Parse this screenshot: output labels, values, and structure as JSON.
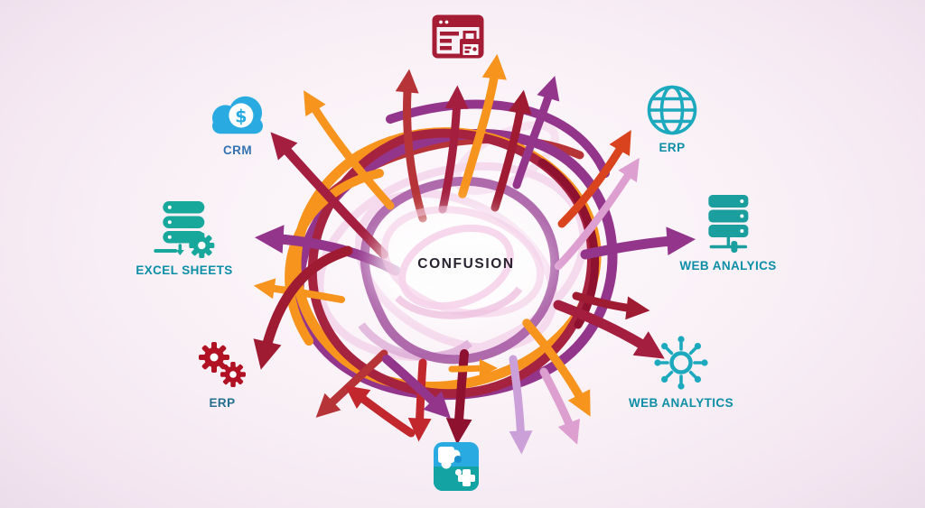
{
  "center": {
    "label": "CONFUSION",
    "text_color": "#2a2430"
  },
  "nodes": [
    {
      "id": "reports",
      "icon": "browser-window-icon",
      "label": "",
      "icon_color": "#a51c35"
    },
    {
      "id": "crm",
      "icon": "cloud-dollar-icon",
      "label": "CRM",
      "icon_color": "#29abe2",
      "label_color": "#3572b0",
      "icon_glyph": "$"
    },
    {
      "id": "erp-top",
      "icon": "globe-icon",
      "label": "ERP",
      "icon_color": "#1ca9be",
      "label_color": "#0c8fa6"
    },
    {
      "id": "excel-sheets",
      "icon": "database-gear-icon",
      "label": "EXCEL SHEETS",
      "icon_color": "#18a79b",
      "label_color": "#0c8fa6"
    },
    {
      "id": "web-analytics-right",
      "icon": "server-stack-icon",
      "label": "WEB ANALYICS",
      "icon_color": "#1b9e9e",
      "label_color": "#0c8fa6"
    },
    {
      "id": "erp-bottom",
      "icon": "gears-icon",
      "label": "ERP",
      "icon_color": "#b01224",
      "label_color": "#256f8f"
    },
    {
      "id": "web-analytics-bottom",
      "icon": "hub-network-icon",
      "label": "WEB ANALYTICS",
      "icon_color": "#1ca9be",
      "label_color": "#0c8fa6"
    },
    {
      "id": "integrations",
      "icon": "puzzle-icon",
      "label": "",
      "icon_color": "#29abe2"
    }
  ],
  "arrow_palette": {
    "orange": "#f7941e",
    "red_orange": "#d9441f",
    "red": "#c1272d",
    "brick": "#b63437",
    "crimson": "#a31e3f",
    "dark_red": "#9e1b32",
    "maroon": "#8e1230",
    "purple": "#94358c",
    "plum": "#ab62a8",
    "lavender": "#cba0d8",
    "orchid": "#dd9fd0",
    "pale_pink": "#f0cae6"
  }
}
